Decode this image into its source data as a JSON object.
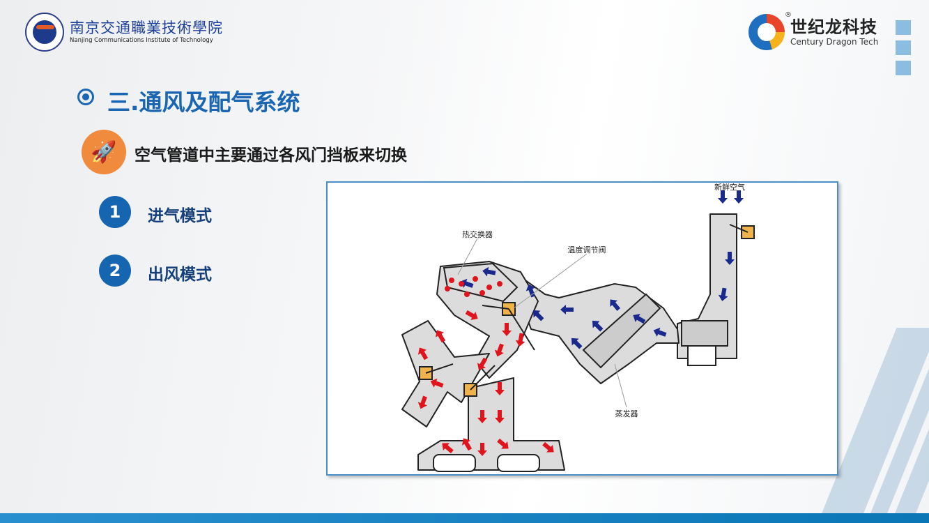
{
  "header": {
    "school_name_cn": "南京交通職業技術學院",
    "school_name_en": "Nanjing Communications Institute of Technology",
    "company_name_cn": "世纪龙科技",
    "company_name_en": "Century Dragon Tech",
    "registered_mark": "®"
  },
  "slide": {
    "title": "三.通风及配气系统",
    "subtitle": "空气管道中主要通过各风门挡板来切换",
    "items": [
      {
        "number": "1",
        "label": "进气模式"
      },
      {
        "number": "2",
        "label": "出风模式"
      }
    ]
  },
  "diagram": {
    "labels": {
      "fresh_air": "新鲜空气",
      "heat_exchanger": "热交换器",
      "temp_valve": "温度调节阀",
      "evaporator": "蒸发器"
    },
    "colors": {
      "hot": "#e0141c",
      "cold": "#1a2a8c",
      "duct": "#dcdcdc",
      "damper": "#f0b24a"
    }
  },
  "colors": {
    "accent": "#1a66b3",
    "orange": "#f08a3c",
    "bar": "#0a76b5"
  }
}
